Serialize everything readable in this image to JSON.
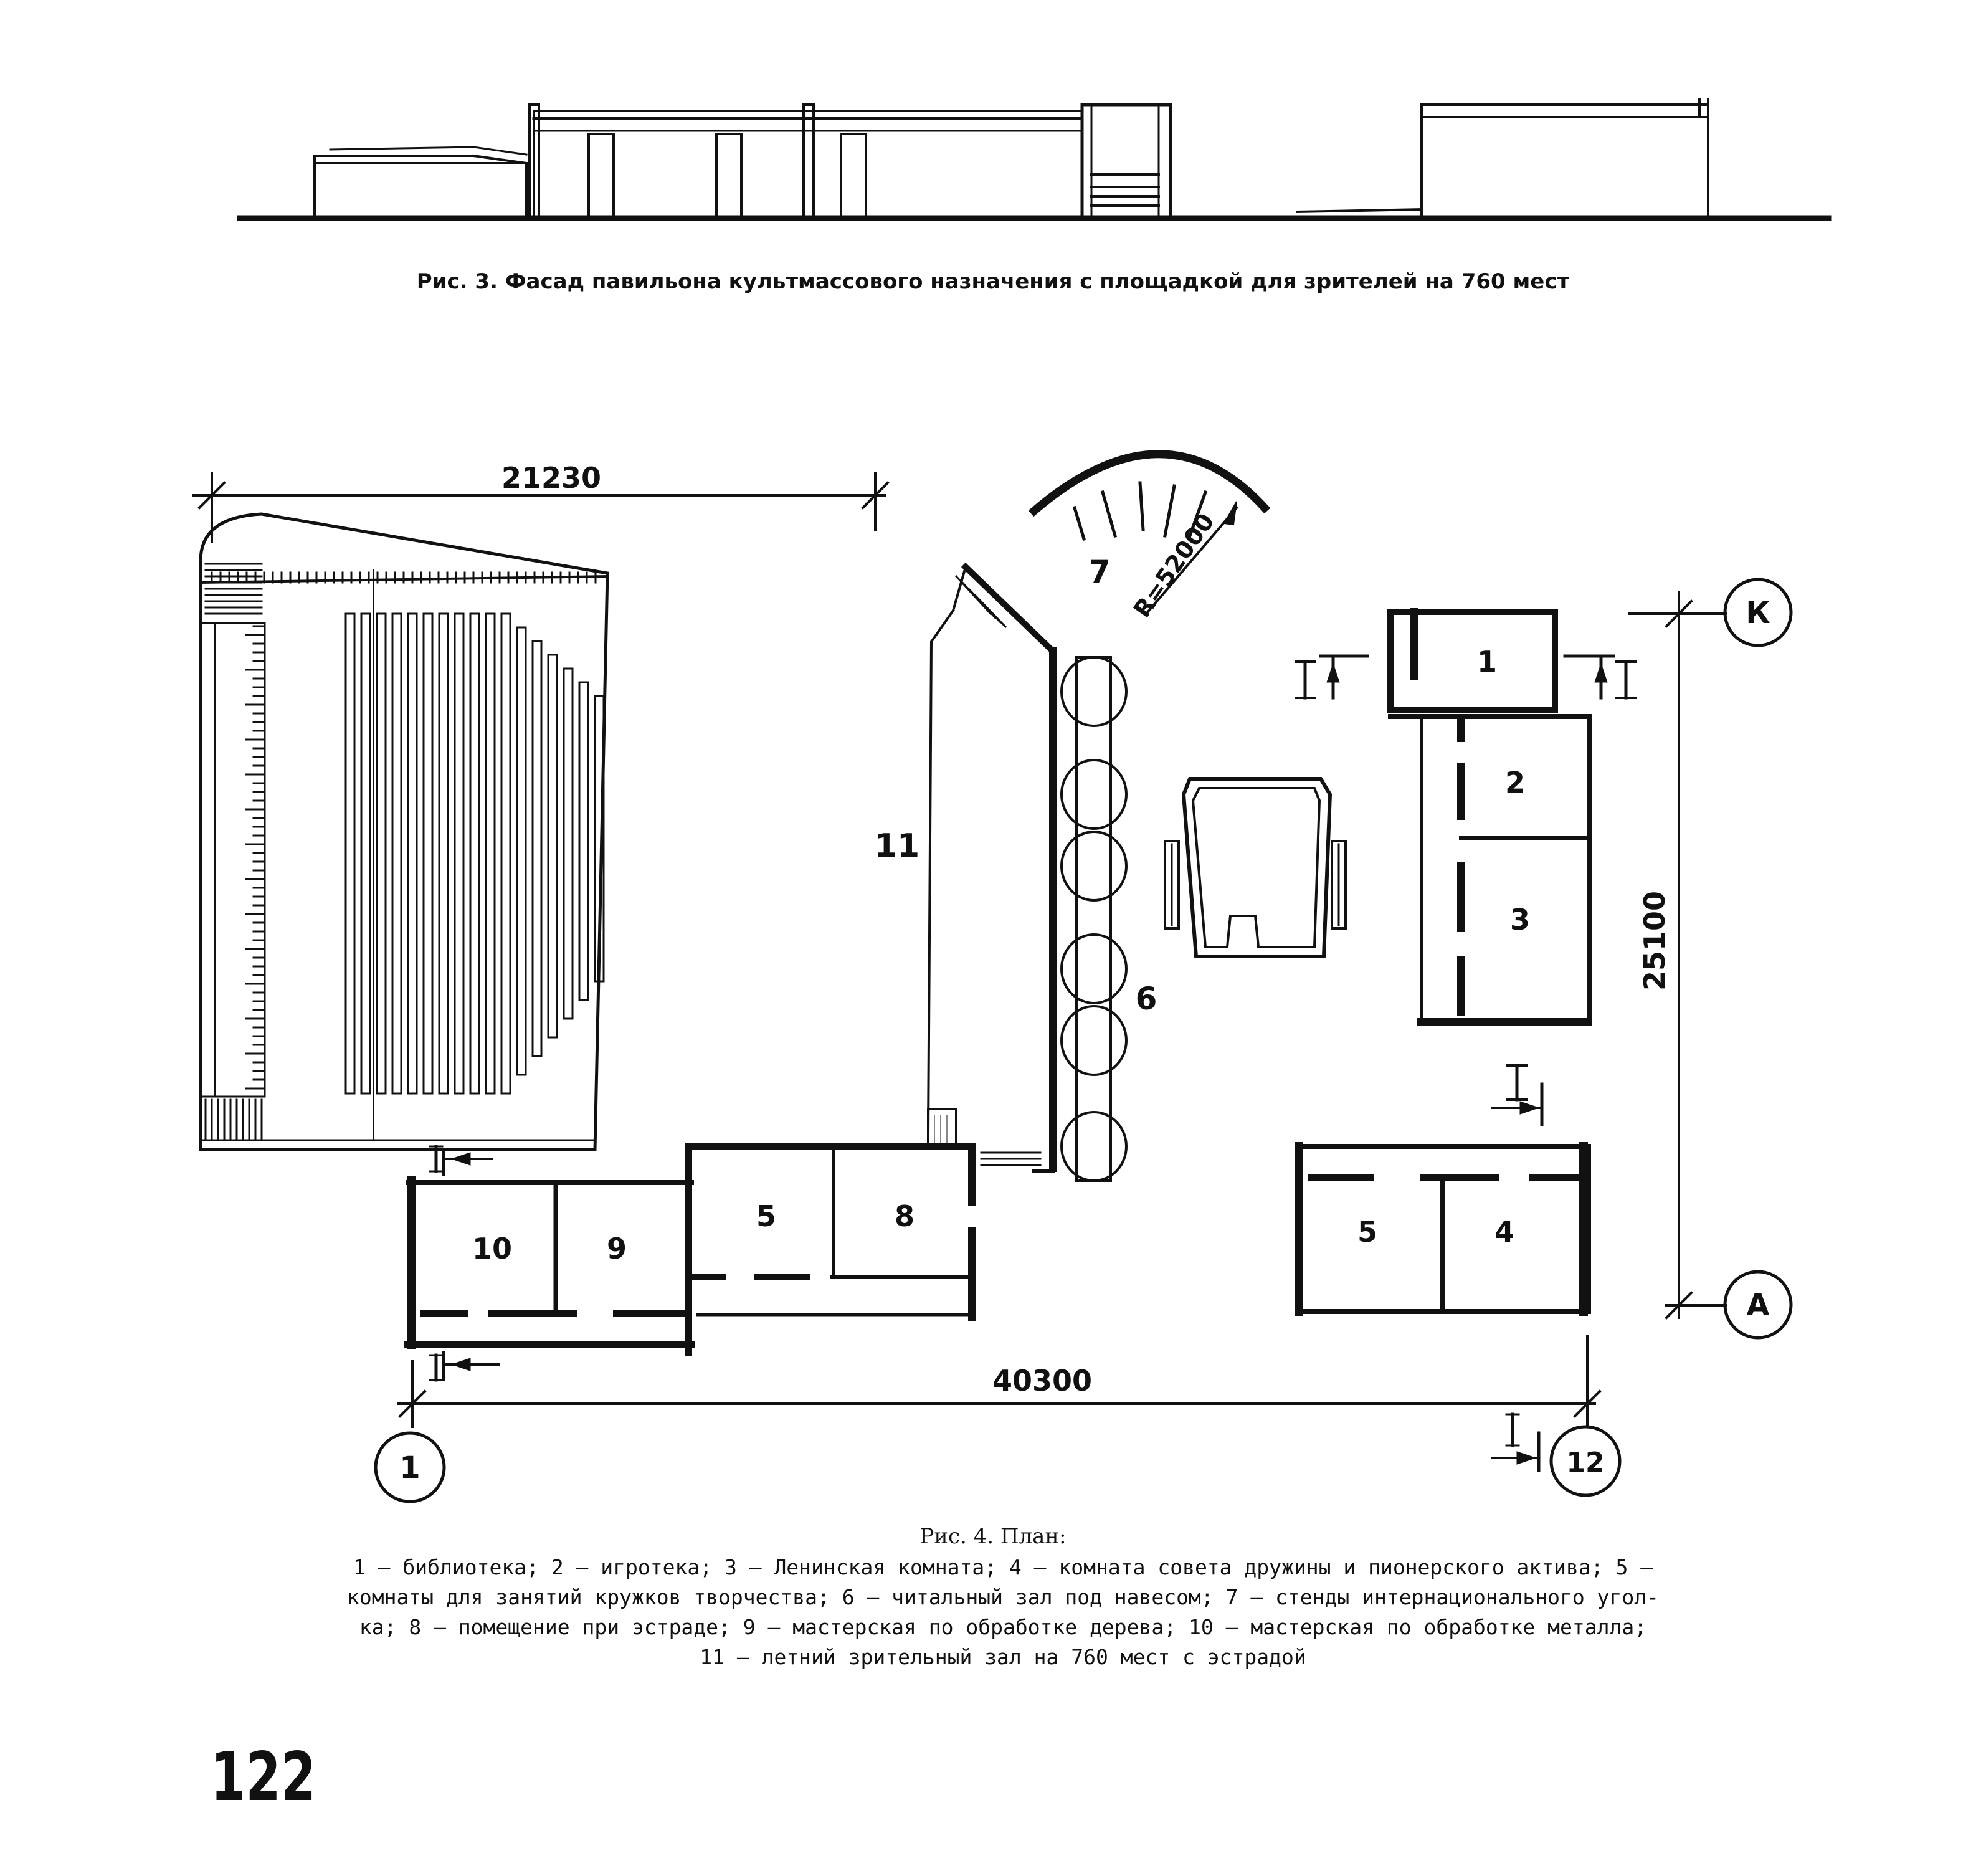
{
  "figure3": {
    "caption": "Рис. 3. Фасад павильона культмассового назначения с площадкой для зрителей на 760 мест"
  },
  "figure4": {
    "caption": "Рис. 4. План:",
    "dimensions": {
      "width_top": "21230",
      "width_bottom": "40300",
      "height_right": "25100",
      "radius": "R=52000"
    },
    "axes": {
      "k": "К",
      "a": "А",
      "one": "1",
      "twelve": "12"
    },
    "section_mark": "I",
    "rooms": {
      "r1": "1",
      "r2": "2",
      "r3": "3",
      "r4": "4",
      "r5a": "5",
      "r5b": "5",
      "r6": "6",
      "r7": "7",
      "r8": "8",
      "r9": "9",
      "r10": "10",
      "r11": "11"
    },
    "legend_lines": [
      "1 – библиотека; 2 – игротека; 3 – Ленинская комната; 4 – комната совета дружины и пионерского актива; 5 –",
      "комнаты для занятий кружков творчества; 6 – читальный зал под навесом; 7 – стенды интернационального угол-",
      "ка; 8 – помещение при эстраде; 9 – мастерская по обработке дерева; 10 – мастерская по обработке металла;",
      "11 – летний зрительный зал на 760 мест с эстрадой"
    ]
  },
  "page_number": "122"
}
